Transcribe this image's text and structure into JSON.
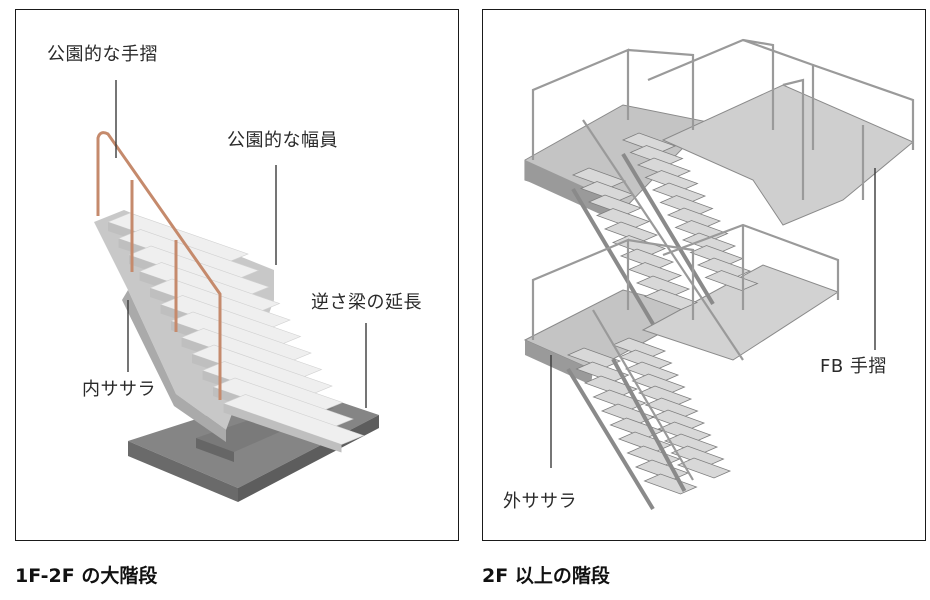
{
  "left_panel": {
    "labels": {
      "handrail": "公園的な手摺",
      "width": "公園的な幅員",
      "beam": "逆さ梁の延長",
      "stringer": "内ササラ"
    },
    "caption": "1F-2F の大階段"
  },
  "right_panel": {
    "labels": {
      "handrail": "FB 手摺",
      "stringer": "外ササラ"
    },
    "caption": "2F 以上の階段"
  }
}
